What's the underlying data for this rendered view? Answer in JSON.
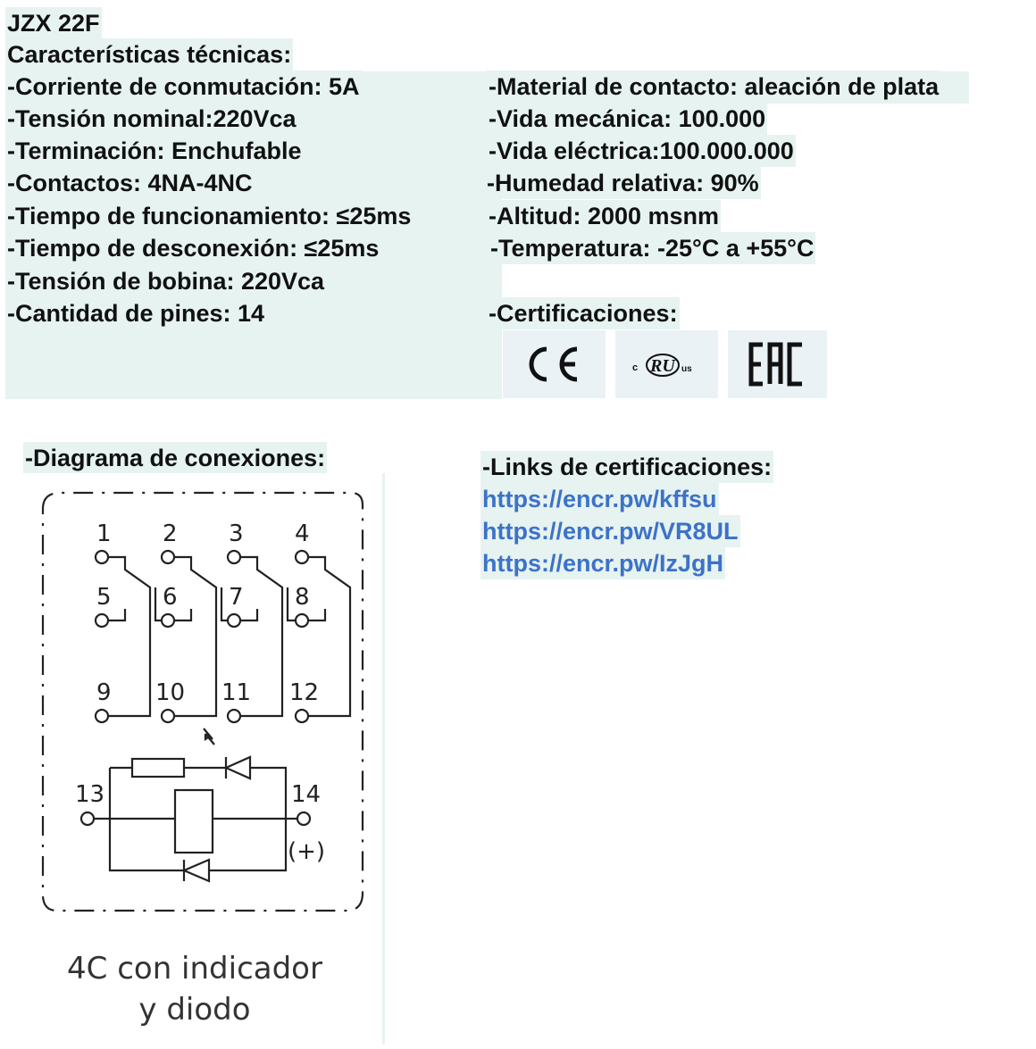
{
  "title": "JZX 22F",
  "heading": "Características técnicas:",
  "specs_left": [
    "-Corriente de conmutación: 5A",
    "-Tensión nominal:220Vca",
    "-Terminación: Enchufable",
    "-Contactos: 4NA-4NC",
    "-Tiempo de funcionamiento: ≤25ms",
    "-Tiempo de desconexión: ≤25ms",
    "-Tensión de bobina: 220Vca",
    "-Cantidad de pines: 14"
  ],
  "specs_right": [
    "-Material de contacto: aleación de plata",
    "-Vida mecánica: 100.000",
    "-Vida eléctrica:100.000.000",
    "-Humedad relativa: 90%",
    "-Altitud: 2000 msnm",
    "-Temperatura: -25°C a +55°C"
  ],
  "certifications_label": "-Certificaciones:",
  "cert_logos": [
    "CE",
    "cRUus",
    "EAC"
  ],
  "diagram_label": "-Diagrama de conexiones:",
  "diagram": {
    "pins_top": [
      "1",
      "2",
      "3",
      "4"
    ],
    "pins_mid": [
      "5",
      "6",
      "7",
      "8"
    ],
    "pins_low": [
      "9",
      "10",
      "11",
      "12"
    ],
    "pin_13": "13",
    "pin_14": "14",
    "plus": "(+)",
    "caption_line1": "4C con indicador",
    "caption_line2": "y diodo"
  },
  "links_label": "-Links de certificaciones:",
  "links": [
    "https://encr.pw/kffsu",
    "https://encr.pw/VR8UL",
    "https://encr.pw/IzJgH"
  ],
  "colors": {
    "highlight": "#e6f3f1",
    "link": "#3d72c8"
  }
}
